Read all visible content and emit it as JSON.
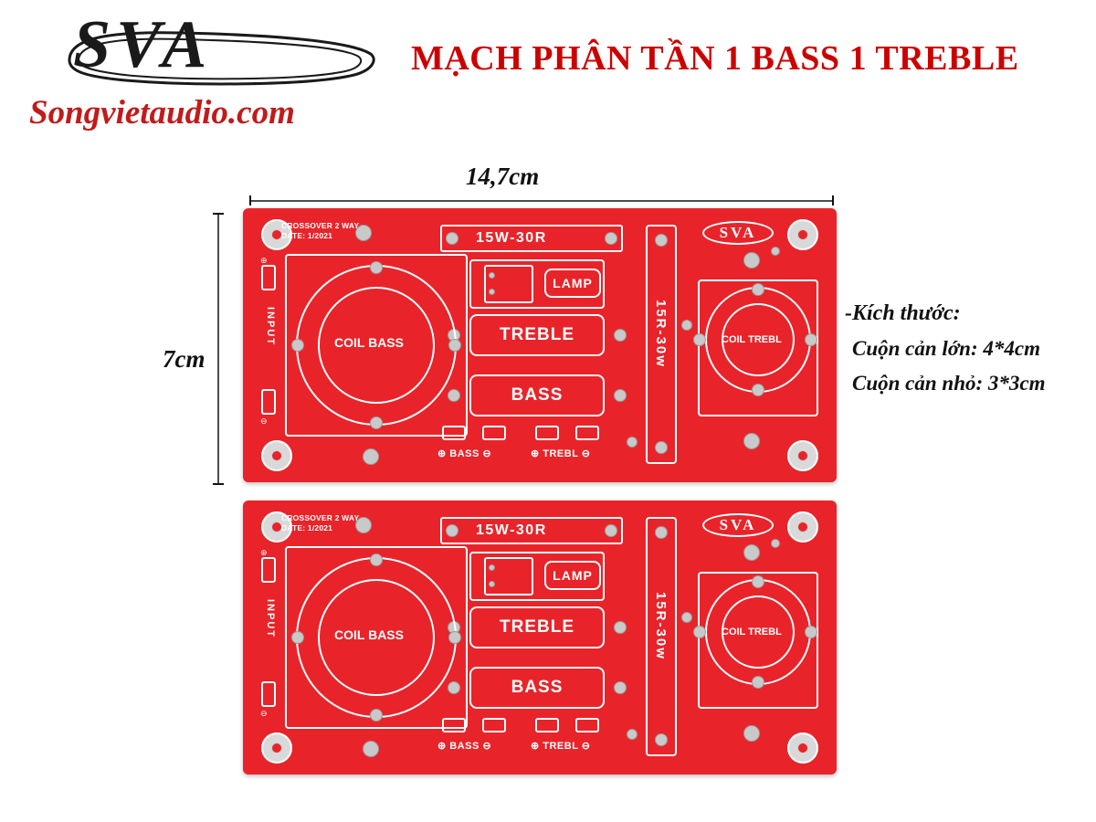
{
  "branding": {
    "logo_text": "SVA",
    "domain_text": "Songvietaudio.com",
    "logo_color": "#1a1a1a",
    "domain_color": "#c21a1a"
  },
  "header": {
    "title": "MẠCH PHÂN TẦN 1 BASS 1 TREBLE",
    "title_color": "#cc0000"
  },
  "dimensions": {
    "width_label": "14,7cm",
    "height_label": "7cm"
  },
  "specs": {
    "heading": "-Kích thước:",
    "lines": [
      "Cuộn cản lớn: 4*4cm",
      "Cuộn cản nhỏ: 3*3cm"
    ]
  },
  "pcb": {
    "board_color": "#e8242a",
    "silkscreen_color": "#ffffff",
    "silk": {
      "title_line1": "CROSSOVER 2 WAY",
      "title_line2": "DATE: 1/2021",
      "resistor_top": "15W-30R",
      "resistor_vertical": "15R-30w",
      "brand": "SVA",
      "lamp": "LAMP",
      "treble": "TREBLE",
      "bass": "BASS",
      "coil_bass": "COIL BASS",
      "coil_treble": "COIL TREBL",
      "input": "INPUT",
      "out_bass": "⊕ BASS ⊖",
      "out_treble": "⊕ TREBL ⊖"
    },
    "count": 2
  }
}
